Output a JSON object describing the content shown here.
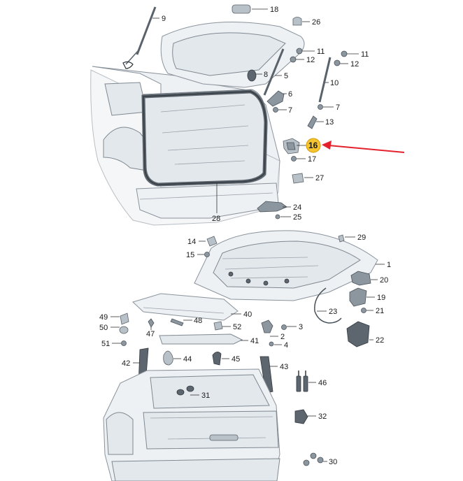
{
  "colors": {
    "highlight": "#f5c431",
    "arrow": "#e4222b",
    "background": "#ffffff"
  },
  "highlighted_part": "16",
  "callouts": [
    "9",
    "18",
    "26",
    "11",
    "12",
    "11",
    "12",
    "8",
    "5",
    "10",
    "6",
    "7",
    "7",
    "13",
    "16",
    "17",
    "27",
    "28",
    "24",
    "25",
    "14",
    "15",
    "29",
    "1",
    "20",
    "19",
    "23",
    "21",
    "22",
    "49",
    "40",
    "50",
    "48",
    "52",
    "3",
    "47",
    "2",
    "51",
    "41",
    "4",
    "42",
    "44",
    "45",
    "43",
    "46",
    "31",
    "32",
    "30"
  ]
}
